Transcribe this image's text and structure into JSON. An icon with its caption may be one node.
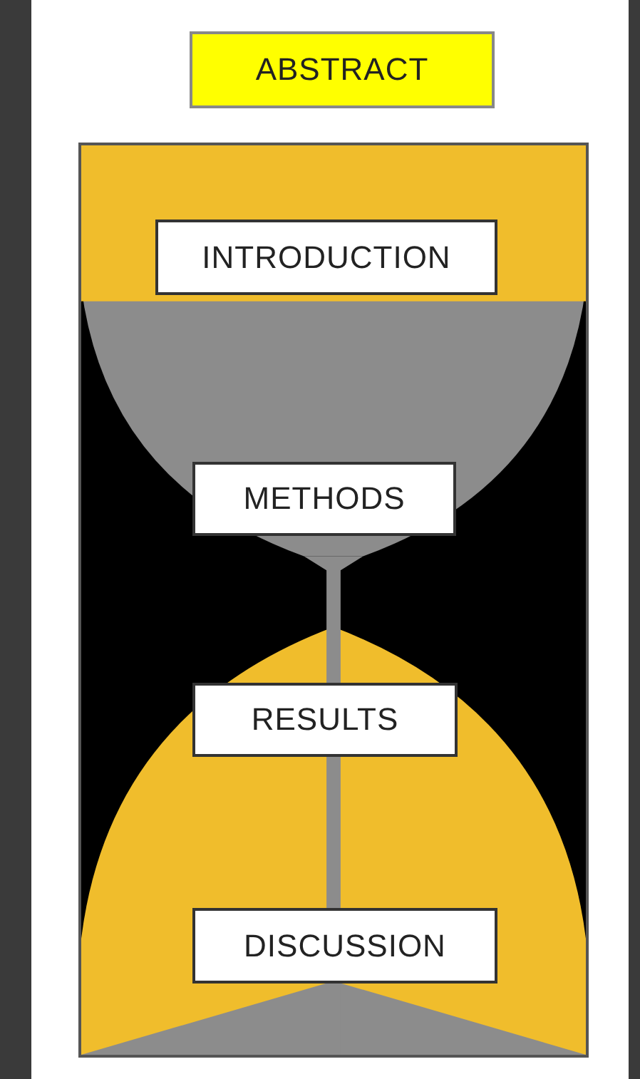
{
  "diagram": {
    "nodes": [
      {
        "text": [
          "ABSTRACT"
        ]
      },
      {
        "text": [],
        "shape": "picture"
      },
      {
        "text": [
          "INTRODUCTION"
        ],
        "in": 1
      },
      {
        "text": [
          "METHODS"
        ],
        "in": 1
      },
      {
        "text": [
          "RESULTS"
        ],
        "in": 1
      },
      {
        "text": [
          "DISCUSSION"
        ],
        "in": 1
      }
    ]
  }
}
